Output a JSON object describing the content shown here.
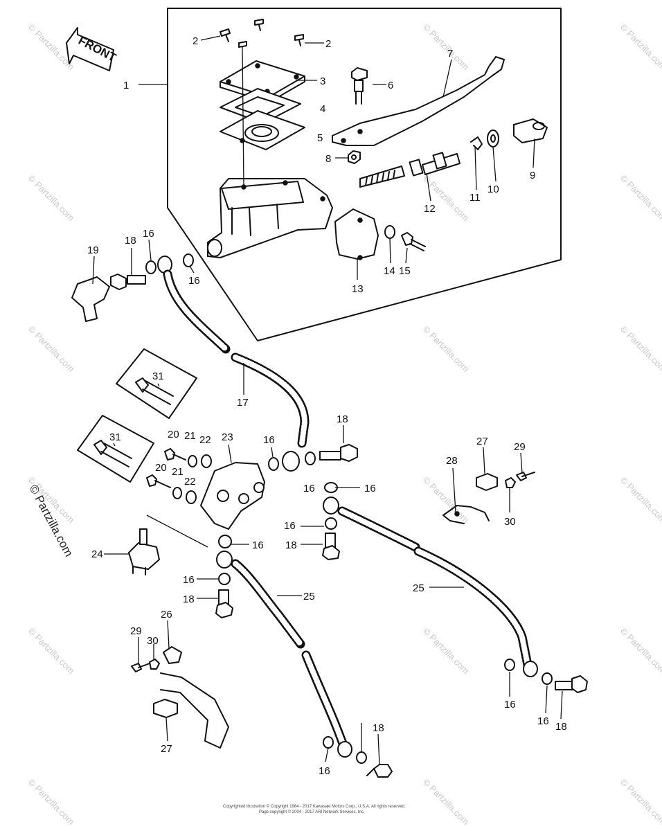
{
  "diagram": {
    "front_label": "FRONT",
    "side_watermark": "© Partzilla.com",
    "watermark_text": "© Partzilla.com",
    "copyright_line1": "Copyrighted illustration © Copyright 1984 - 2017 Kawasaki Motors Corp., U.S.A. All rights reserved.",
    "copyright_line2": "Page copyright © 2004 - 2017 ARI Network Services, Inc.",
    "callouts": [
      "1",
      "2",
      "2",
      "3",
      "4",
      "5",
      "6",
      "7",
      "8",
      "9",
      "10",
      "11",
      "12",
      "13",
      "14",
      "15",
      "16",
      "16",
      "16",
      "16",
      "16",
      "16",
      "16",
      "16",
      "16",
      "16",
      "16",
      "17",
      "18",
      "18",
      "18",
      "18",
      "18",
      "18",
      "19",
      "20",
      "20",
      "21",
      "21",
      "22",
      "22",
      "23",
      "24",
      "25",
      "25",
      "26",
      "27",
      "27",
      "28",
      "29",
      "29",
      "30",
      "30",
      "31",
      "31"
    ]
  }
}
